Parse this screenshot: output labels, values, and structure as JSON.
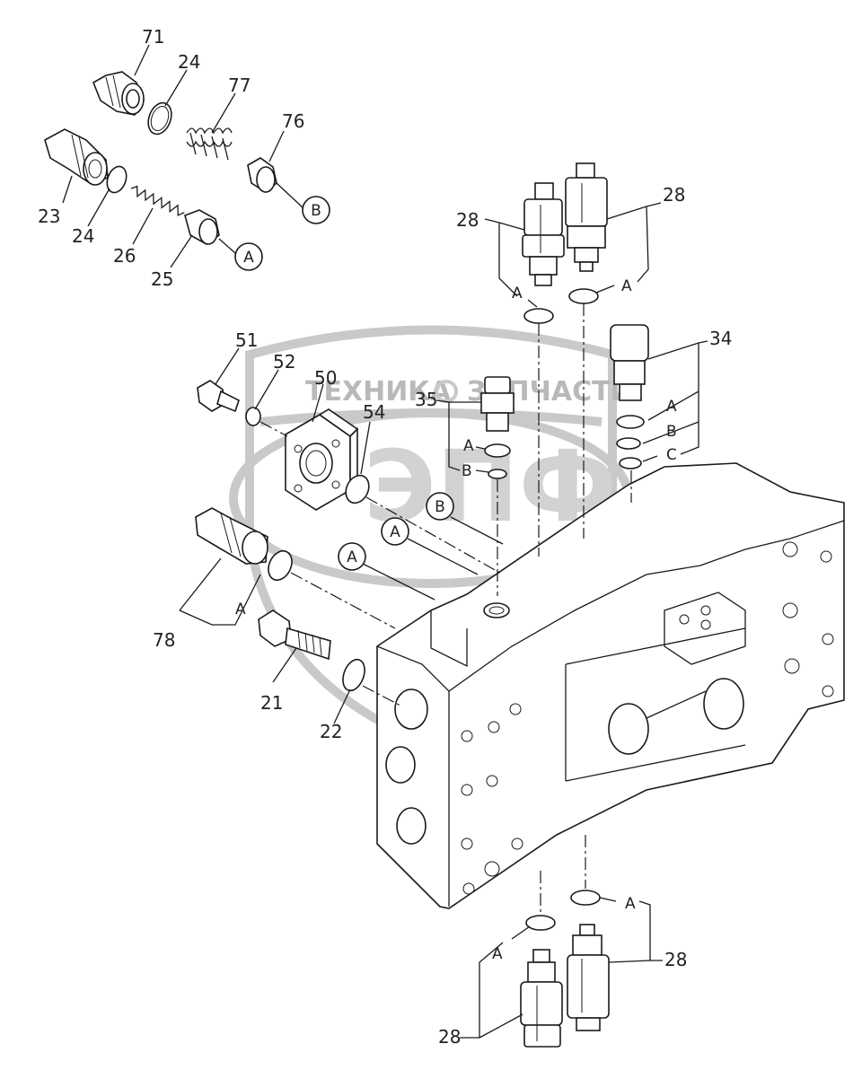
{
  "watermark": {
    "left_text": "ТЕХНИКА",
    "right_text": "ЗАПЧАСТИ",
    "logo_text": "ЭПФ"
  },
  "part_labels": {
    "p71": "71",
    "p24a": "24",
    "p77": "77",
    "p76": "76",
    "p23": "23",
    "p24b": "24",
    "p26": "26",
    "p25": "25",
    "p28a": "28",
    "p28b": "28",
    "p34": "34",
    "p35": "35",
    "p51": "51",
    "p52": "52",
    "p50": "50",
    "p54": "54",
    "p78": "78",
    "p21": "21",
    "p22": "22",
    "p28c": "28",
    "p28d": "28"
  },
  "circle_refs": {
    "refB1": "B",
    "refA1": "A",
    "refB2": "B",
    "refA2": "A",
    "refA3": "A"
  },
  "letter_refs": {
    "l28a": "A",
    "l28b": "A",
    "l34a": "A",
    "l34b": "B",
    "l34c": "C",
    "l35a": "A",
    "l35b": "B",
    "l78": "A",
    "l28c": "A",
    "l28d": "A"
  }
}
